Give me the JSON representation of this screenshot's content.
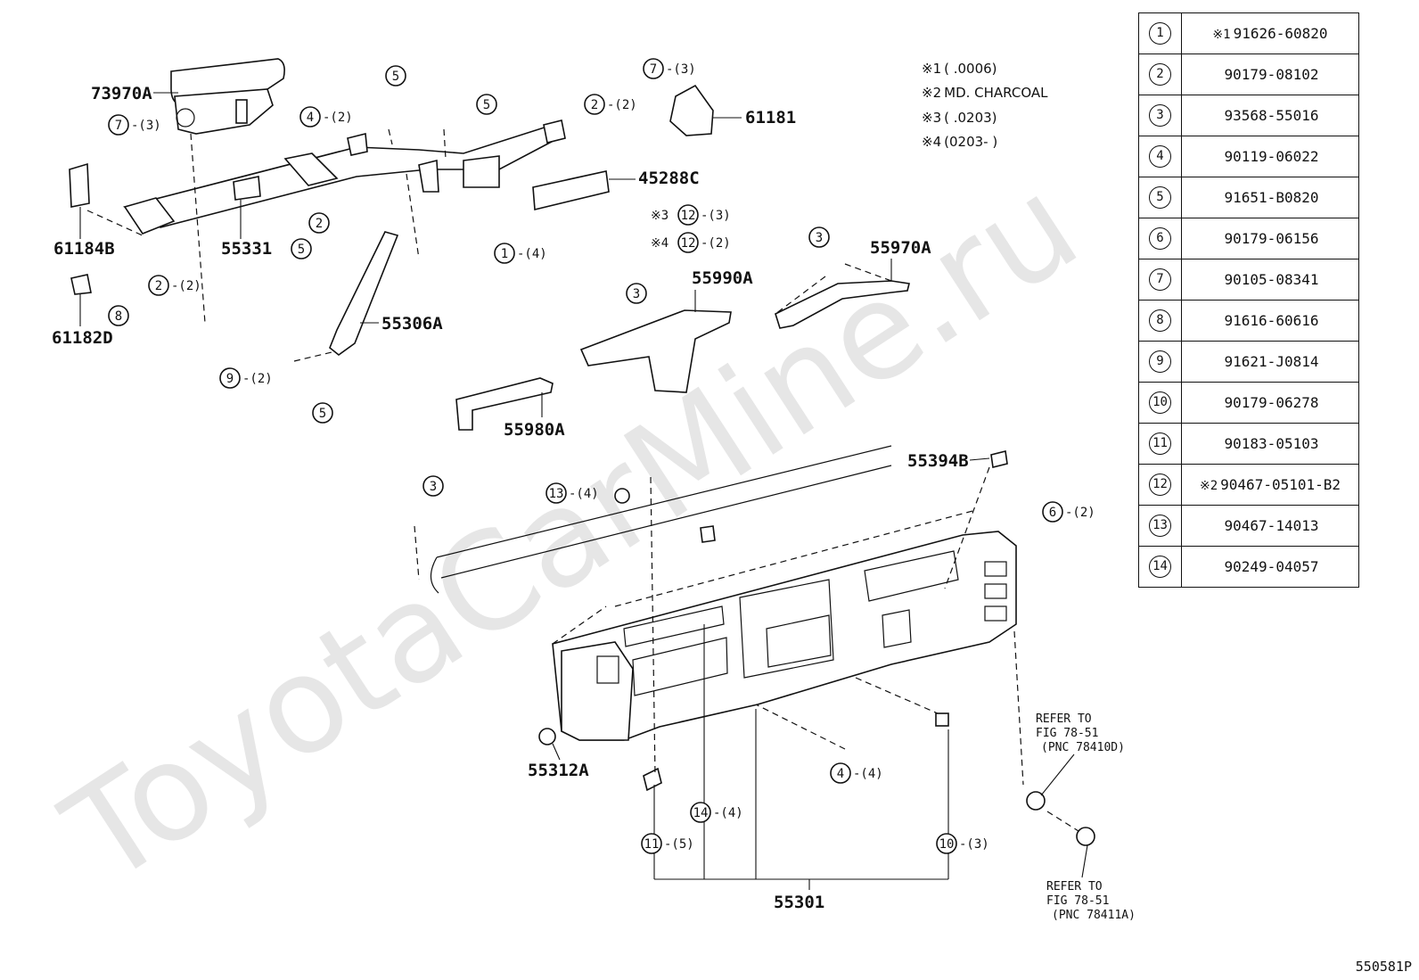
{
  "watermark": "ToyotaCarMine.ru",
  "figure_code": "550581P",
  "notes": [
    {
      "mark": "※1",
      "text": "(       .0006)"
    },
    {
      "mark": "※2",
      "text": "MD. CHARCOAL"
    },
    {
      "mark": "※3",
      "text": "(       .0203)"
    },
    {
      "mark": "※4",
      "text": "(0203-       )"
    }
  ],
  "parts_table": [
    {
      "no": "1",
      "prefix": "※1",
      "part_number": "91626-60820"
    },
    {
      "no": "2",
      "prefix": "",
      "part_number": "90179-08102"
    },
    {
      "no": "3",
      "prefix": "",
      "part_number": "93568-55016"
    },
    {
      "no": "4",
      "prefix": "",
      "part_number": "90119-06022"
    },
    {
      "no": "5",
      "prefix": "",
      "part_number": "91651-B0820"
    },
    {
      "no": "6",
      "prefix": "",
      "part_number": "90179-06156"
    },
    {
      "no": "7",
      "prefix": "",
      "part_number": "90105-08341"
    },
    {
      "no": "8",
      "prefix": "",
      "part_number": "91616-60616"
    },
    {
      "no": "9",
      "prefix": "",
      "part_number": "91621-J0814"
    },
    {
      "no": "10",
      "prefix": "",
      "part_number": "90179-06278"
    },
    {
      "no": "11",
      "prefix": "",
      "part_number": "90183-05103"
    },
    {
      "no": "12",
      "prefix": "※2",
      "part_number": "90467-05101-B2"
    },
    {
      "no": "13",
      "prefix": "",
      "part_number": "90467-14013"
    },
    {
      "no": "14",
      "prefix": "",
      "part_number": "90249-04057"
    }
  ],
  "part_labels": {
    "p73970A": "73970A",
    "p61181": "61181",
    "p45288C": "45288C",
    "p61184B": "61184B",
    "p55331": "55331",
    "p61182D": "61182D",
    "p55306A": "55306A",
    "p55970A": "55970A",
    "p55990A": "55990A",
    "p55980A": "55980A",
    "p55394B": "55394B",
    "p55312A": "55312A",
    "p55301": "55301"
  },
  "callouts": [
    {
      "id": "c7a",
      "num": "7",
      "qty": "-(3)"
    },
    {
      "id": "c4a",
      "num": "4",
      "qty": "-(2)"
    },
    {
      "id": "c5a",
      "num": "5",
      "qty": ""
    },
    {
      "id": "c5b",
      "num": "5",
      "qty": ""
    },
    {
      "id": "c2a",
      "num": "2",
      "qty": "-(2)"
    },
    {
      "id": "c7b",
      "num": "7",
      "qty": "-(3)"
    },
    {
      "id": "c2b",
      "num": "2",
      "qty": ""
    },
    {
      "id": "c5c",
      "num": "5",
      "qty": ""
    },
    {
      "id": "c1a",
      "num": "1",
      "qty": "-(4)"
    },
    {
      "id": "c2c",
      "num": "2",
      "qty": "-(2)"
    },
    {
      "id": "c8a",
      "num": "8",
      "qty": ""
    },
    {
      "id": "c9a",
      "num": "9",
      "qty": "-(2)"
    },
    {
      "id": "c5d",
      "num": "5",
      "qty": ""
    },
    {
      "id": "c3a",
      "num": "3",
      "qty": ""
    },
    {
      "id": "c3b",
      "num": "3",
      "qty": ""
    },
    {
      "id": "c3c",
      "num": "3",
      "qty": ""
    },
    {
      "id": "c13a",
      "num": "13",
      "qty": "-(4)"
    },
    {
      "id": "c6a",
      "num": "6",
      "qty": "-(2)"
    },
    {
      "id": "c4b",
      "num": "4",
      "qty": "-(4)"
    },
    {
      "id": "c14a",
      "num": "14",
      "qty": "-(4)"
    },
    {
      "id": "c11a",
      "num": "11",
      "qty": "-(5)"
    },
    {
      "id": "c10a",
      "num": "10",
      "qty": "-(3)"
    }
  ],
  "special_callouts": [
    {
      "id": "s3",
      "mark": "※3",
      "num": "12",
      "qty": "-(3)"
    },
    {
      "id": "s4",
      "mark": "※4",
      "num": "12",
      "qty": "-(2)"
    }
  ],
  "refer_labels": [
    {
      "line1": "REFER TO",
      "line2": "FIG 78-51",
      "line3": "(PNC 78410D)"
    },
    {
      "line1": "REFER TO",
      "line2": "FIG 78-51",
      "line3": "(PNC 78411A)"
    }
  ]
}
